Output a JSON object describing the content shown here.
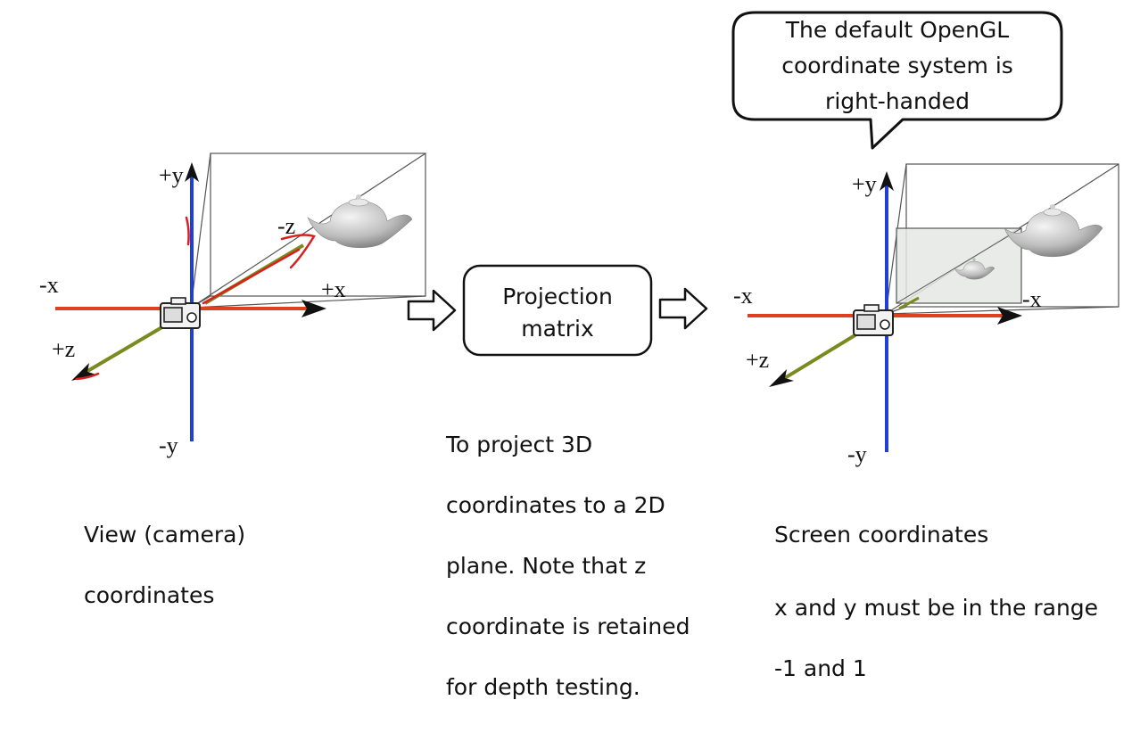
{
  "left_diagram": {
    "axis_labels": {
      "plus_y": "+y",
      "minus_y": "-y",
      "minus_x": "-x",
      "plus_x": "+x",
      "plus_z": "+z",
      "minus_z": "-z"
    },
    "caption_line1": "View (camera)",
    "caption_line2": "coordinates"
  },
  "projection_box": {
    "line1": "Projection",
    "line2": "matrix"
  },
  "middle_note": {
    "line1": "To project 3D",
    "line2": "coordinates to a 2D",
    "line3": "plane. Note that z",
    "line4": "coordinate is retained",
    "line5": "for depth testing."
  },
  "speech_bubble": {
    "line1": "The default OpenGL",
    "line2": "coordinate system is",
    "line3": "right-handed"
  },
  "right_diagram": {
    "axis_labels": {
      "plus_y": "+y",
      "minus_y": "-y",
      "minus_x": "-x",
      "x_right": "-x",
      "plus_z": "+z"
    },
    "caption": "Screen coordinates",
    "range_note_line1": "x and y must be in the range",
    "range_note_line2": "-1 and 1"
  },
  "colors": {
    "x_axis": "#e0401e",
    "y_axis": "#1f3fd6",
    "z_axis": "#7a8a1e",
    "annotation": "#d8201e"
  }
}
